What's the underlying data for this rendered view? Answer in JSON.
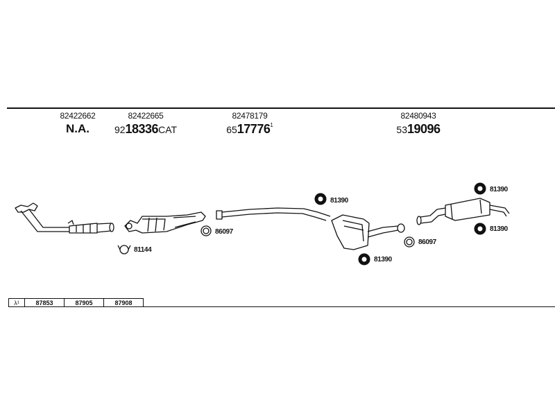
{
  "groups": [
    {
      "oem": "82422662",
      "main_plain": "N.A.",
      "prefix": "",
      "big": "",
      "suffix": "",
      "sup": ""
    },
    {
      "oem": "82422665",
      "main_plain": "",
      "prefix": "92",
      "big": "18336",
      "suffix": "CAT",
      "sup": ""
    },
    {
      "oem": "82478179",
      "main_plain": "",
      "prefix": "65",
      "big": "17776",
      "suffix": "",
      "sup": "1"
    },
    {
      "oem": "82480943",
      "main_plain": "",
      "prefix": "53",
      "big": "19096",
      "suffix": "",
      "sup": ""
    }
  ],
  "part_labels": {
    "clamp_front": "81144",
    "gasket_cat": "86097",
    "mount_center_top": "81390",
    "mount_center_bottom": "81390",
    "gasket_center": "86097",
    "mount_rear_top": "81390",
    "mount_rear_bottom": "81390"
  },
  "lambda": {
    "symbol": "λ¹",
    "values": [
      "87853",
      "87905",
      "87908"
    ]
  }
}
